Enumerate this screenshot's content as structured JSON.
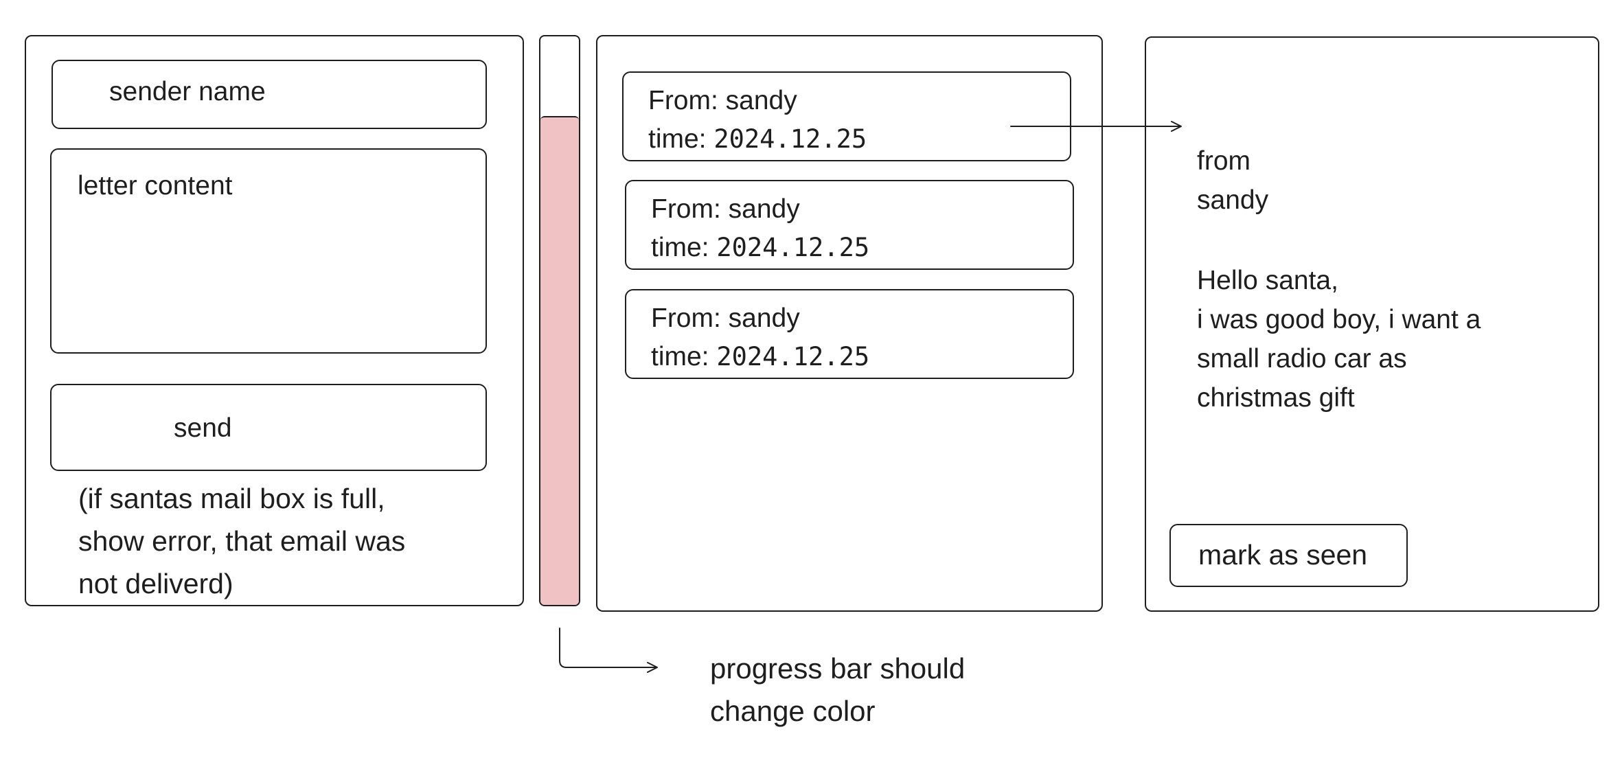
{
  "compose": {
    "sender_placeholder": "sender name",
    "content_placeholder": "letter content",
    "send_label": "send",
    "error_note": "(if santas mail box is full,\nshow error, that email was\nnot deliverd)"
  },
  "mailbox_progress": {
    "fill_fraction": 0.86,
    "fill_color": "#f1c2c3"
  },
  "inbox": {
    "messages": [
      {
        "from": "From: sandy",
        "time_label": "time: ",
        "time_value": "2024.12.25"
      },
      {
        "from": "From: sandy",
        "time_label": "time: ",
        "time_value": "2024.12.25"
      },
      {
        "from": "From: sandy",
        "time_label": "time: ",
        "time_value": "2024.12.25"
      }
    ]
  },
  "detail": {
    "from_label": "from",
    "from_name": "sandy",
    "body": "Hello santa,\ni was good boy, i want a\nsmall radio car as\nchristmas gift",
    "mark_seen_label": "mark as seen"
  },
  "annotation": {
    "progress_note": "progress bar should\nchange color"
  }
}
